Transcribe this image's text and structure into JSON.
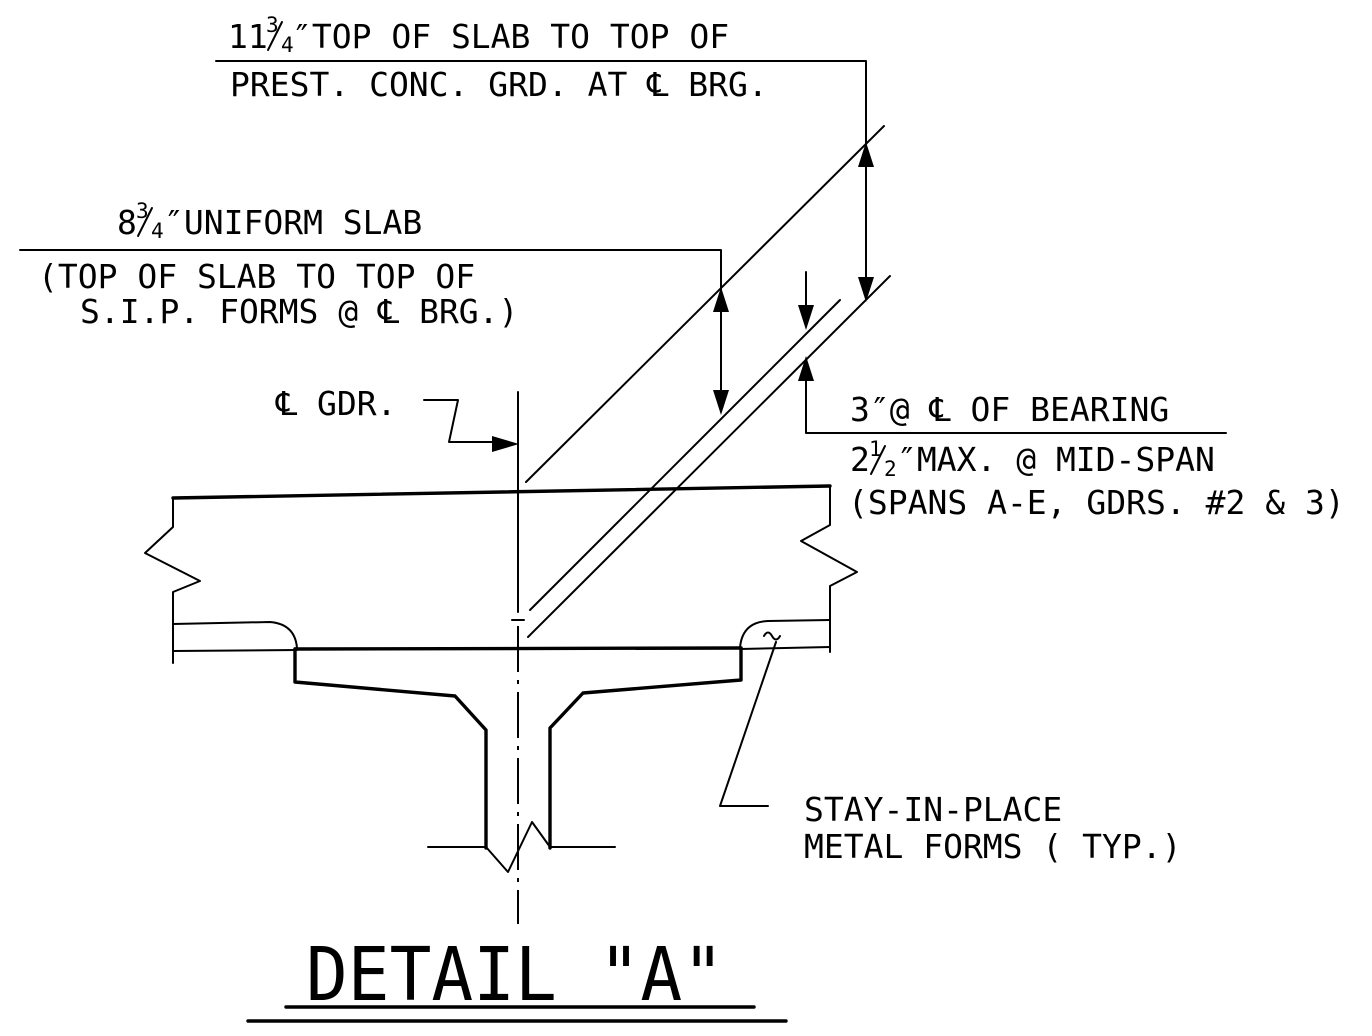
{
  "title": "DETAIL \"A\"",
  "labels": {
    "top_dim": {
      "line1_num": "11",
      "line1_frac_num": "3",
      "line1_frac_den": "4",
      "line1_text": "″TOP OF SLAB TO TOP OF",
      "line2": "PREST. CONC. GRD. AT ℄ BRG."
    },
    "slab_dim": {
      "line1_num": "8",
      "line1_frac_num": "3",
      "line1_frac_den": "4",
      "line1_text": "″UNIFORM SLAB",
      "line2": "(TOP OF SLAB TO TOP OF",
      "line3": "S.I.P. FORMS @ ℄ BRG.)"
    },
    "gdr": "℄ GDR.",
    "haunch": {
      "line1": "3″@ ℄ OF BEARING",
      "line2_num": "2",
      "line2_frac_num": "1",
      "line2_frac_den": "2",
      "line2_text": "″MAX. @ MID-SPAN",
      "line3": "(SPANS A-E, GDRS. #2 & 3)"
    },
    "forms": {
      "line1": "STAY-IN-PLACE",
      "line2": "METAL FORMS ( TYP.)"
    }
  }
}
